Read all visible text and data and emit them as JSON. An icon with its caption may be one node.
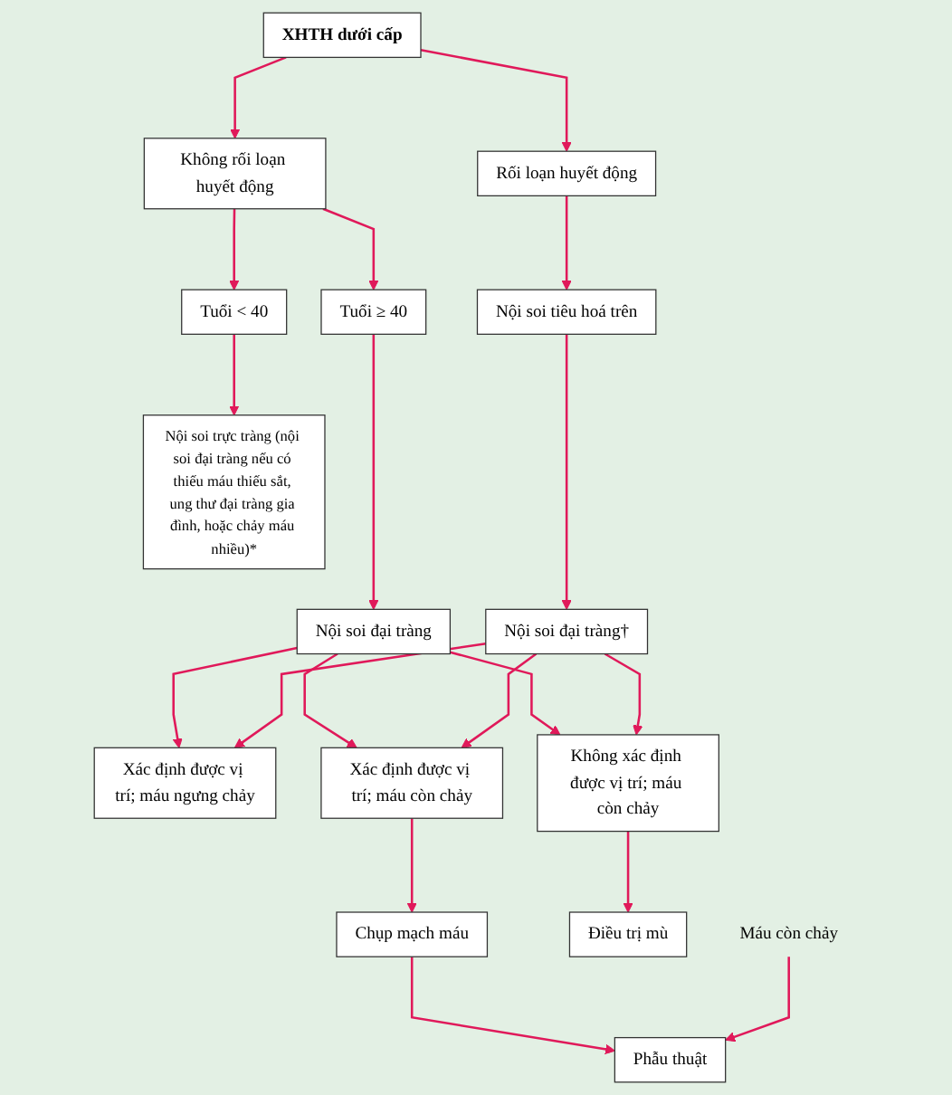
{
  "diagram": {
    "nodes": [
      {
        "text": [
          "XHTH dưới cấp"
        ]
      },
      {
        "text": [
          "Không rối loạn huyết động"
        ]
      },
      {
        "text": [
          "Rối loạn huyết động"
        ]
      },
      {
        "text": [
          "Tuổi < 40"
        ]
      },
      {
        "text": [
          "Tuổi ≥ 40"
        ]
      },
      {
        "text": [
          "Nội soi tiêu hoá trên"
        ]
      },
      {
        "text": [
          "Nội soi trực tràng (nội soi đại tràng nếu có thiếu máu thiếu sắt, ung thư đại tràng gia đình, hoặc chảy máu nhiều)*"
        ]
      },
      {
        "text": [
          "Nội soi đại tràng"
        ]
      },
      {
        "text": [
          "Nội soi đại tràng†"
        ]
      },
      {
        "text": [
          "Xác định được vị trí; máu ngưng chảy"
        ]
      },
      {
        "text": [
          "Xác định được vị trí; máu còn chảy"
        ]
      },
      {
        "text": [
          "Không xác định được vị trí; máu còn chảy"
        ]
      },
      {
        "text": [
          "Chụp mạch máu"
        ]
      },
      {
        "text": [
          "Điều trị mù"
        ]
      },
      {
        "text": [
          "Phẫu thuật"
        ]
      },
      {
        "text": [
          "Máu còn chảy"
        ]
      }
    ],
    "edges": [
      {
        "from": 0,
        "to": 1,
        "arrow": "to"
      },
      {
        "from": 0,
        "to": 2,
        "arrow": "to"
      },
      {
        "from": 1,
        "to": 3,
        "arrow": "to"
      },
      {
        "from": 1,
        "to": 4,
        "arrow": "to"
      },
      {
        "from": 2,
        "to": 5,
        "arrow": "to"
      },
      {
        "from": 3,
        "to": 6,
        "arrow": "to"
      },
      {
        "from": 4,
        "to": 7,
        "arrow": "to"
      },
      {
        "from": 5,
        "to": 8,
        "arrow": "to"
      },
      {
        "from": 7,
        "to": 9,
        "arrow": "to"
      },
      {
        "from": 7,
        "to": 10,
        "arrow": "to"
      },
      {
        "from": 7,
        "to": 11,
        "arrow": "to"
      },
      {
        "from": 8,
        "to": 9,
        "arrow": "to"
      },
      {
        "from": 8,
        "to": 10,
        "arrow": "to"
      },
      {
        "from": 8,
        "to": 11,
        "arrow": "to"
      },
      {
        "from": 10,
        "to": 12,
        "arrow": "to"
      },
      {
        "from": 11,
        "to": 13,
        "arrow": "to"
      },
      {
        "from": 12,
        "to": 14,
        "arrow": "to"
      },
      {
        "from": 15,
        "to": 14,
        "arrow": "to"
      }
    ]
  }
}
